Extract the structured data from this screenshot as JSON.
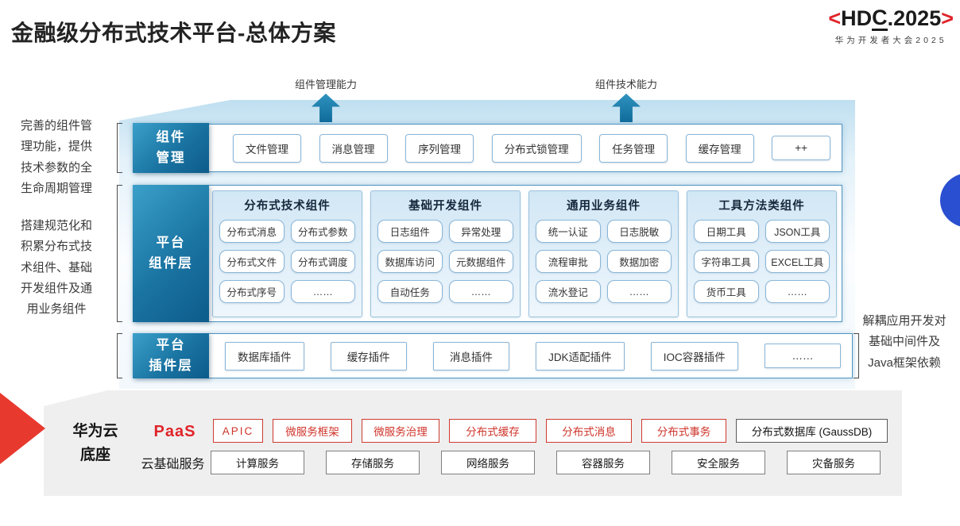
{
  "header": {
    "title": "金融级分布式技术平台-总体方案"
  },
  "logo": {
    "left": "<",
    "hd": "HD",
    "c": "C",
    "rest": ".2025",
    "right": ">",
    "subtitle": "华为开发者大会2025"
  },
  "arrows": {
    "left": "组件管理能力",
    "right": "组件技术能力"
  },
  "notes": {
    "left1": "完善的组件管理功能，提供技术参数的全生命周期管理",
    "left2": "搭建规范化和积累分布式技术组件、基础开发组件及通用业务组件",
    "right": "解耦应用开发对基础中间件及Java框架依赖"
  },
  "rows": {
    "mgmt": {
      "label_lines": [
        "组件",
        "管理"
      ],
      "items": [
        "文件管理",
        "消息管理",
        "序列管理",
        "分布式锁管理",
        "任务管理",
        "缓存管理",
        "++"
      ]
    },
    "components": {
      "label_lines": [
        "平台",
        "组件层"
      ],
      "groups": [
        {
          "title": "分布式技术组件",
          "items": [
            "分布式消息",
            "分布式参数",
            "分布式文件",
            "分布式调度",
            "分布式序号",
            "……"
          ]
        },
        {
          "title": "基础开发组件",
          "items": [
            "日志组件",
            "异常处理",
            "数据库访问",
            "元数据组件",
            "自动任务",
            "……"
          ]
        },
        {
          "title": "通用业务组件",
          "items": [
            "统一认证",
            "日志脱敏",
            "流程审批",
            "数据加密",
            "流水登记",
            "……"
          ]
        },
        {
          "title": "工具方法类组件",
          "items": [
            "日期工具",
            "JSON工具",
            "字符串工具",
            "EXCEL工具",
            "货币工具",
            "……"
          ]
        }
      ]
    },
    "plugins": {
      "label_lines": [
        "平台",
        "插件层"
      ],
      "items": [
        "数据库插件",
        "缓存插件",
        "消息插件",
        "JDK适配插件",
        "IOC容器插件",
        "……"
      ]
    }
  },
  "foundation": {
    "title_lines": [
      "华为云",
      "底座"
    ],
    "paas": {
      "label": "PaaS",
      "items": [
        "APIC",
        "微服务框架",
        "微服务治理",
        "分布式缓存",
        "分布式消息",
        "分布式事务"
      ],
      "db": "分布式数据库 (GaussDB)"
    },
    "iaas": {
      "label": "云基础服务",
      "items": [
        "计算服务",
        "存储服务",
        "网络服务",
        "容器服务",
        "安全服务",
        "灾备服务"
      ]
    }
  },
  "colors": {
    "accent_red": "#e0242a",
    "layer_blue_dark": "#0d5b8a",
    "layer_blue_light": "#3ba0ca",
    "panel_blue": "#bfdff0",
    "chip_border_blue": "#8ab6d8",
    "foundation_gray": "#efefef",
    "decoration_blue": "#2a4fd0"
  }
}
